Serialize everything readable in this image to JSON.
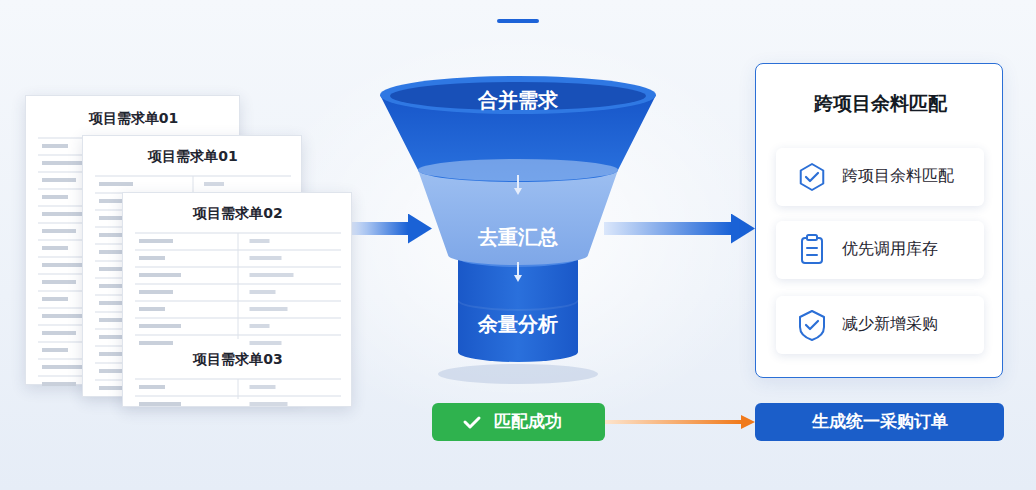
{
  "diagram": {
    "nodes": [
      {
        "text": [
          "项目需求单01"
        ]
      },
      {
        "text": [
          "项目需求单01"
        ]
      },
      {
        "text": [
          "项目需求单02",
          "项目需求单03"
        ]
      },
      {
        "text": [
          "合并需求"
        ]
      },
      {
        "text": [
          "去重汇总"
        ]
      },
      {
        "text": [
          "余量分析"
        ]
      },
      {
        "text": [
          "跨项目余料匹配"
        ]
      },
      {
        "text": [
          "跨项目余料匹配"
        ],
        "in": 6
      },
      {
        "text": [
          "优先调用库存"
        ],
        "in": 6
      },
      {
        "text": [
          "减少新增采购"
        ],
        "in": 6
      },
      {
        "text": [
          "匹配成功"
        ]
      },
      {
        "text": [
          "生成统一采购订单"
        ]
      }
    ],
    "edges": [
      {
        "from": 2,
        "to": 4,
        "arrow": "to"
      },
      {
        "from": 3,
        "to": 4,
        "arrow": "to"
      },
      {
        "from": 4,
        "to": 5,
        "arrow": "to"
      },
      {
        "from": 4,
        "to": 6,
        "arrow": "to"
      },
      {
        "from": 10,
        "to": 11,
        "arrow": "to"
      }
    ]
  }
}
